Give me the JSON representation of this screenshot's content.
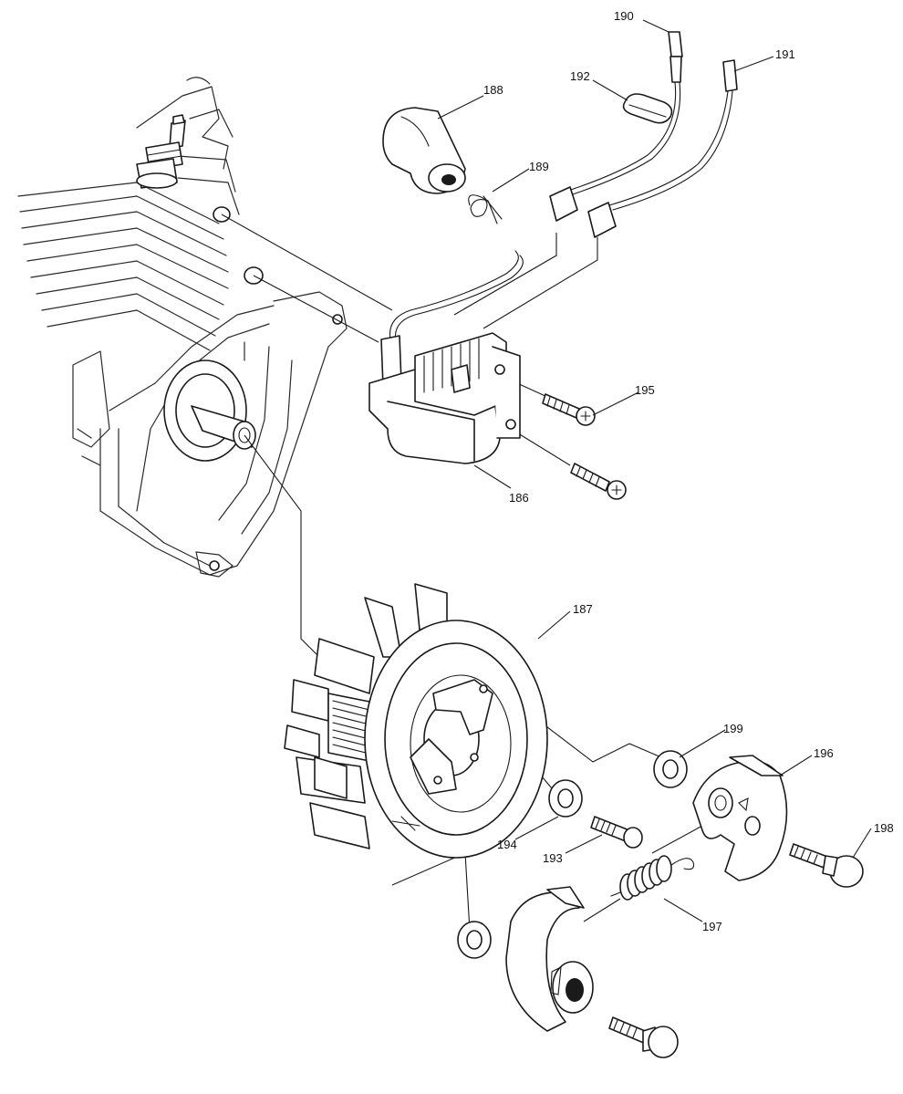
{
  "callouts": [
    {
      "id": "186",
      "label": "186"
    },
    {
      "id": "187",
      "label": "187"
    },
    {
      "id": "188",
      "label": "188"
    },
    {
      "id": "189",
      "label": "189"
    },
    {
      "id": "190",
      "label": "190"
    },
    {
      "id": "191",
      "label": "191"
    },
    {
      "id": "192",
      "label": "192"
    },
    {
      "id": "193",
      "label": "193"
    },
    {
      "id": "194",
      "label": "194"
    },
    {
      "id": "195",
      "label": "195"
    },
    {
      "id": "196",
      "label": "196"
    },
    {
      "id": "197",
      "label": "197"
    },
    {
      "id": "198",
      "label": "198"
    },
    {
      "id": "199",
      "label": "199"
    }
  ],
  "colors": {
    "line": "#1a1a1a",
    "background": "#ffffff"
  }
}
